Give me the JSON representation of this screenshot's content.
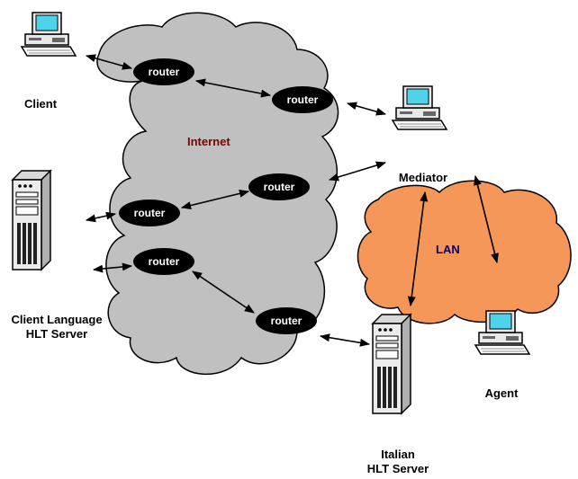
{
  "clouds": {
    "internet": {
      "label": "Internet",
      "fill": "#c0c0c0",
      "label_color": "#800000"
    },
    "lan": {
      "label": "LAN",
      "fill": "#f59758",
      "label_color": "#000080"
    }
  },
  "router_label": "router",
  "nodes": {
    "client": {
      "label": "Client"
    },
    "mediator": {
      "label": "Mediator"
    },
    "agent": {
      "label": "Agent"
    },
    "client_hlt_server": {
      "line1": "Client Language",
      "line2": "HLT Server"
    },
    "italian_hlt_server": {
      "line1": "Italian",
      "line2": "HLT Server"
    }
  }
}
